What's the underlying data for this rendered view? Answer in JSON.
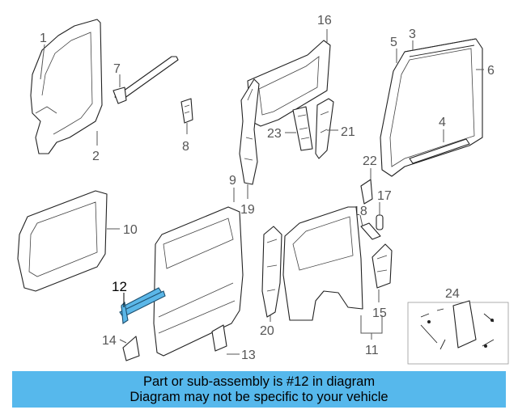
{
  "diagram": {
    "callouts": {
      "c1": "1",
      "c2": "2",
      "c3": "3",
      "c4": "4",
      "c5": "5",
      "c6": "6",
      "c7": "7",
      "c8": "8",
      "c9": "9",
      "c10": "10",
      "c11": "11",
      "c12": "12",
      "c13": "13",
      "c14": "14",
      "c15": "15",
      "c16": "16",
      "c17": "17",
      "c18": "18",
      "c19": "19",
      "c20": "20",
      "c21": "21",
      "c22": "22",
      "c23": "23",
      "c24": "24"
    },
    "highlighted_part": "12",
    "highlight_color": "#5bb7e8"
  },
  "banner": {
    "line1": "Part or sub-assembly is #12 in diagram",
    "line2": "Diagram may not be specific to your vehicle",
    "background": "#56b8ec"
  }
}
